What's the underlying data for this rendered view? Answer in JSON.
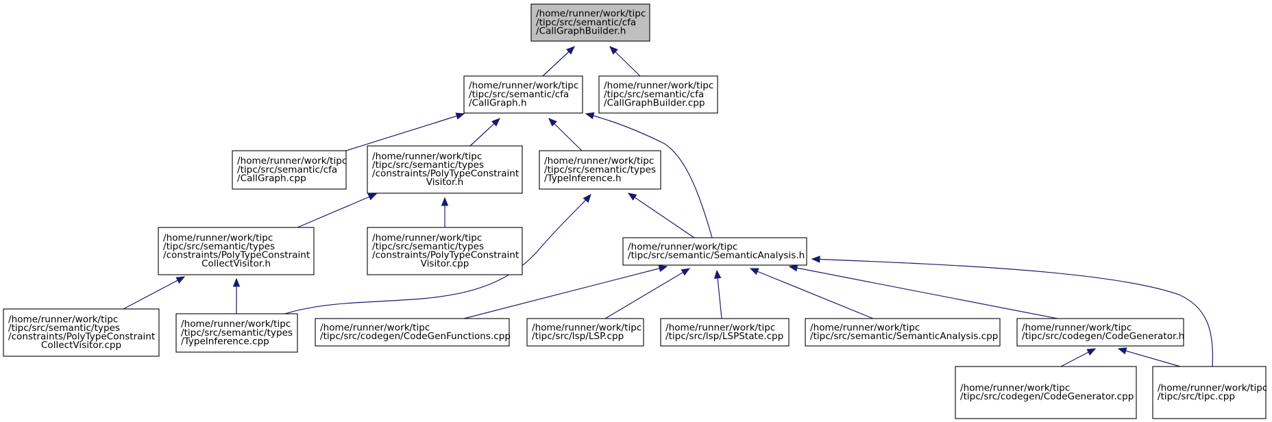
{
  "graph": {
    "root_fill": "#bfbfbf",
    "node_fill": "#ffffff",
    "edge_color": "#191970",
    "nodes": [
      {
        "id": "root",
        "lines": [
          "/home/runner/work/tipc",
          "/tipc/src/semantic/cfa",
          "/CallGraphBuilder.h"
        ]
      },
      {
        "id": "callgraph_h",
        "lines": [
          "/home/runner/work/tipc",
          "/tipc/src/semantic/cfa",
          "/CallGraph.h"
        ]
      },
      {
        "id": "cgbuilder_cpp",
        "lines": [
          "/home/runner/work/tipc",
          "/tipc/src/semantic/cfa",
          "/CallGraphBuilder.cpp"
        ]
      },
      {
        "id": "callgraph_cpp",
        "lines": [
          "/home/runner/work/tipc",
          "/tipc/src/semantic/cfa",
          "/CallGraph.cpp"
        ]
      },
      {
        "id": "ptcv_h",
        "lines": [
          "/home/runner/work/tipc",
          "/tipc/src/semantic/types",
          "/constraints/PolyTypeConstraint",
          "Visitor.h"
        ]
      },
      {
        "id": "typeinf_h",
        "lines": [
          "/home/runner/work/tipc",
          "/tipc/src/semantic/types",
          "/TypeInference.h"
        ]
      },
      {
        "id": "ptccv_h",
        "lines": [
          "/home/runner/work/tipc",
          "/tipc/src/semantic/types",
          "/constraints/PolyTypeConstraint",
          "CollectVisitor.h"
        ]
      },
      {
        "id": "ptcv_cpp",
        "lines": [
          "/home/runner/work/tipc",
          "/tipc/src/semantic/types",
          "/constraints/PolyTypeConstraint",
          "Visitor.cpp"
        ]
      },
      {
        "id": "sa_h",
        "lines": [
          "/home/runner/work/tipc",
          "/tipc/src/semantic/SemanticAnalysis.h"
        ]
      },
      {
        "id": "ptccv_cpp",
        "lines": [
          "/home/runner/work/tipc",
          "/tipc/src/semantic/types",
          "/constraints/PolyTypeConstraint",
          "CollectVisitor.cpp"
        ]
      },
      {
        "id": "typeinf_cpp",
        "lines": [
          "/home/runner/work/tipc",
          "/tipc/src/semantic/types",
          "/TypeInference.cpp"
        ]
      },
      {
        "id": "cgf_cpp",
        "lines": [
          "/home/runner/work/tipc",
          "/tipc/src/codegen/CodeGenFunctions.cpp"
        ]
      },
      {
        "id": "lsp_cpp",
        "lines": [
          "/home/runner/work/tipc",
          "/tipc/src/lsp/LSP.cpp"
        ]
      },
      {
        "id": "lspstate_cpp",
        "lines": [
          "/home/runner/work/tipc",
          "/tipc/src/lsp/LSPState.cpp"
        ]
      },
      {
        "id": "sa_cpp",
        "lines": [
          "/home/runner/work/tipc",
          "/tipc/src/semantic/SemanticAnalysis.cpp"
        ]
      },
      {
        "id": "codegen_h",
        "lines": [
          "/home/runner/work/tipc",
          "/tipc/src/codegen/CodeGenerator.h"
        ]
      },
      {
        "id": "codegen_cpp",
        "lines": [
          "/home/runner/work/tipc",
          "/tipc/src/codegen/CodeGenerator.cpp"
        ]
      },
      {
        "id": "tipc_cpp",
        "lines": [
          "/home/runner/work/tipc",
          "/tipc/src/tipc.cpp"
        ]
      }
    ],
    "edges": [
      {
        "from": "callgraph_h",
        "to": "root"
      },
      {
        "from": "cgbuilder_cpp",
        "to": "root"
      },
      {
        "from": "callgraph_cpp",
        "to": "callgraph_h"
      },
      {
        "from": "ptcv_h",
        "to": "callgraph_h"
      },
      {
        "from": "typeinf_h",
        "to": "callgraph_h"
      },
      {
        "from": "sa_h",
        "to": "callgraph_h"
      },
      {
        "from": "ptccv_h",
        "to": "ptcv_h"
      },
      {
        "from": "ptcv_cpp",
        "to": "ptcv_h"
      },
      {
        "from": "typeinf_cpp",
        "to": "typeinf_h"
      },
      {
        "from": "sa_h",
        "to": "typeinf_h"
      },
      {
        "from": "ptccv_cpp",
        "to": "ptccv_h"
      },
      {
        "from": "typeinf_cpp",
        "to": "ptccv_h"
      },
      {
        "from": "cgf_cpp",
        "to": "sa_h"
      },
      {
        "from": "lsp_cpp",
        "to": "sa_h"
      },
      {
        "from": "lspstate_cpp",
        "to": "sa_h"
      },
      {
        "from": "sa_cpp",
        "to": "sa_h"
      },
      {
        "from": "codegen_h",
        "to": "sa_h"
      },
      {
        "from": "tipc_cpp",
        "to": "sa_h"
      },
      {
        "from": "codegen_cpp",
        "to": "codegen_h"
      },
      {
        "from": "tipc_cpp",
        "to": "codegen_h"
      }
    ]
  }
}
